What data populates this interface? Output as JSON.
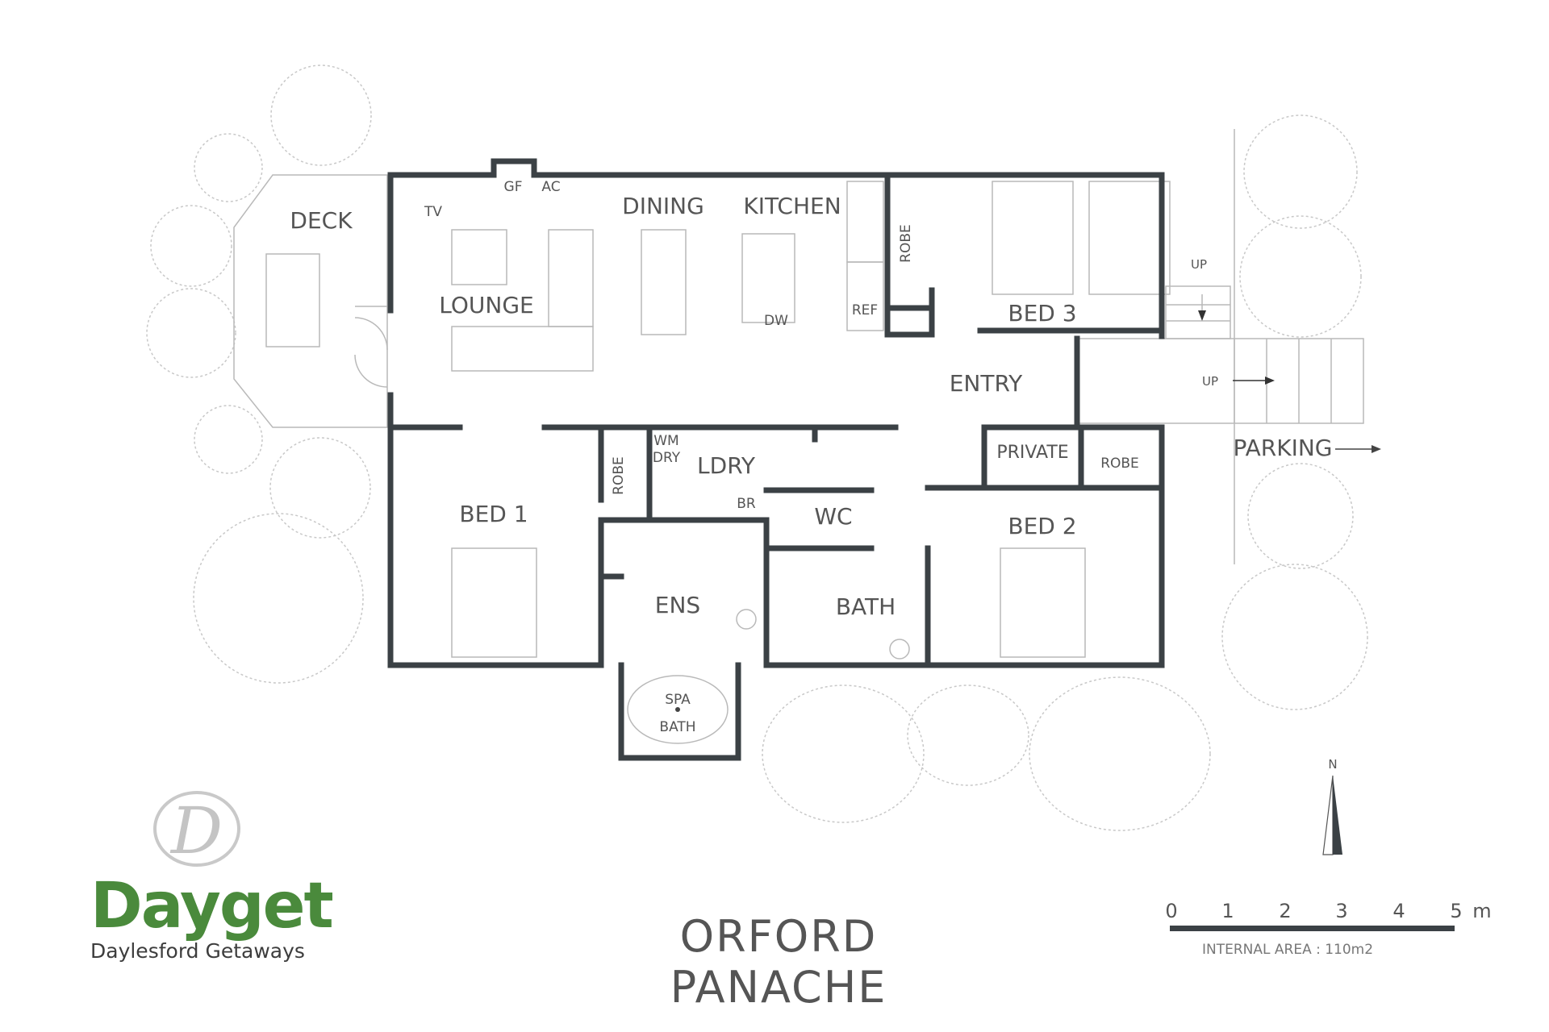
{
  "title": "ORFORD PANACHE",
  "brand": {
    "logo_letter": "D",
    "name": "Dayget",
    "tagline": "Daylesford Getaways"
  },
  "rooms": {
    "deck": "DECK",
    "lounge": "LOUNGE",
    "dining": "DINING",
    "kitchen": "KITCHEN",
    "bed3": "BED 3",
    "entry": "ENTRY",
    "bed1": "BED 1",
    "ldry": "LDRY",
    "ens": "ENS",
    "wc": "WC",
    "bath": "BATH",
    "bed2": "BED 2",
    "private": "PRIVATE",
    "parking": "PARKING"
  },
  "fixtures": {
    "tv": "TV",
    "gf": "GF",
    "ac": "AC",
    "dw": "DW",
    "ref": "REF",
    "robe": "ROBE",
    "wm": "WM",
    "dry": "DRY",
    "br": "BR",
    "spa": "SPA",
    "spa_bath": "BATH",
    "up": "UP"
  },
  "compass": {
    "north": "N"
  },
  "scale": {
    "ticks": [
      "0",
      "1",
      "2",
      "3",
      "4",
      "5"
    ],
    "unit": "m"
  },
  "internal_area": "INTERNAL AREA : 110m2",
  "colors": {
    "wall": "#3b4145",
    "brand_green": "#4a8a3c",
    "label": "#555555"
  }
}
